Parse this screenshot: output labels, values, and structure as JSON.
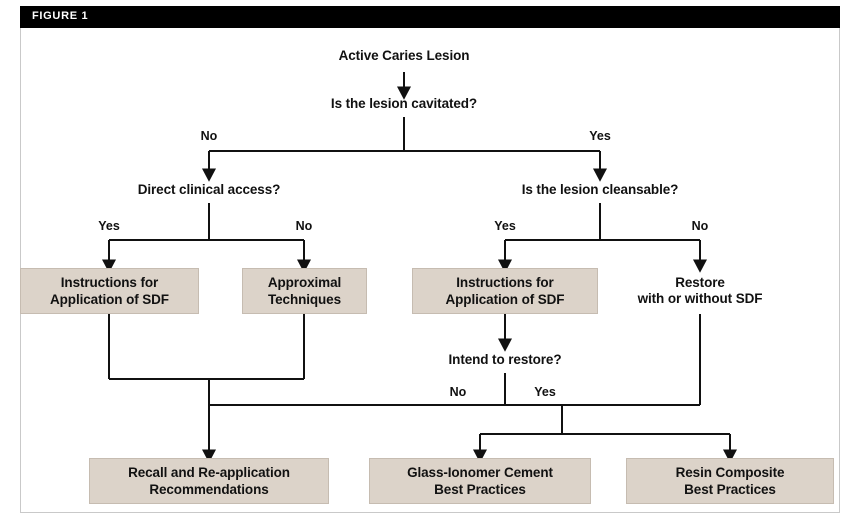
{
  "figure": {
    "header_label": "FIGURE 1",
    "colors": {
      "header_bar": "#000000",
      "header_text": "#ffffff",
      "box_fill": "#dcd3c9",
      "box_border": "#c6bcb1",
      "line": "#111111",
      "frame_border": "#c9c9c9",
      "background": "#ffffff"
    }
  },
  "nodes": {
    "root": {
      "label": "Active Caries Lesion"
    },
    "q_cavitated": {
      "label": "Is the lesion cavitated?"
    },
    "q_direct_access": {
      "label": "Direct clinical access?"
    },
    "q_cleansable": {
      "label": "Is the lesion cleansable?"
    },
    "box_sdf_left": {
      "label": "Instructions for\nApplication of SDF"
    },
    "box_approximal": {
      "label": "Approximal\nTechniques"
    },
    "box_sdf_right": {
      "label": "Instructions for\nApplication of SDF"
    },
    "text_restore": {
      "label": "Restore\nwith or without SDF"
    },
    "q_intend_restore": {
      "label": "Intend to restore?"
    },
    "box_recall": {
      "label": "Recall and Re-application\nRecommendations"
    },
    "box_gic": {
      "label": "Glass-Ionomer Cement\nBest Practices"
    },
    "box_resin": {
      "label": "Resin Composite\nBest Practices"
    }
  },
  "edge_labels": {
    "cavitated_no": "No",
    "cavitated_yes": "Yes",
    "access_yes": "Yes",
    "access_no": "No",
    "cleansable_yes": "Yes",
    "cleansable_no": "No",
    "intend_no": "No",
    "intend_yes": "Yes"
  },
  "chart_data": {
    "type": "diagram",
    "title": "FIGURE 1",
    "diagram_kind": "decision-flowchart",
    "nodes": [
      {
        "id": "root",
        "kind": "text",
        "text": "Active Caries Lesion"
      },
      {
        "id": "q_cavitated",
        "kind": "text",
        "text": "Is the lesion cavitated?"
      },
      {
        "id": "q_direct_access",
        "kind": "text",
        "text": "Direct clinical access?"
      },
      {
        "id": "q_cleansable",
        "kind": "text",
        "text": "Is the lesion cleansable?"
      },
      {
        "id": "box_sdf_left",
        "kind": "box",
        "text": "Instructions for Application of SDF"
      },
      {
        "id": "box_approximal",
        "kind": "box",
        "text": "Approximal Techniques"
      },
      {
        "id": "box_sdf_right",
        "kind": "box",
        "text": "Instructions for Application of SDF"
      },
      {
        "id": "text_restore",
        "kind": "text",
        "text": "Restore with or without SDF"
      },
      {
        "id": "q_intend_restore",
        "kind": "text",
        "text": "Intend to restore?"
      },
      {
        "id": "box_recall",
        "kind": "box",
        "text": "Recall and Re-application Recommendations"
      },
      {
        "id": "box_gic",
        "kind": "box",
        "text": "Glass-Ionomer Cement Best Practices"
      },
      {
        "id": "box_resin",
        "kind": "box",
        "text": "Resin Composite Best Practices"
      }
    ],
    "edges": [
      {
        "from": "root",
        "to": "q_cavitated",
        "label": ""
      },
      {
        "from": "q_cavitated",
        "to": "q_direct_access",
        "label": "No"
      },
      {
        "from": "q_cavitated",
        "to": "q_cleansable",
        "label": "Yes"
      },
      {
        "from": "q_direct_access",
        "to": "box_sdf_left",
        "label": "Yes"
      },
      {
        "from": "q_direct_access",
        "to": "box_approximal",
        "label": "No"
      },
      {
        "from": "q_cleansable",
        "to": "box_sdf_right",
        "label": "Yes"
      },
      {
        "from": "q_cleansable",
        "to": "text_restore",
        "label": "No"
      },
      {
        "from": "box_sdf_right",
        "to": "q_intend_restore",
        "label": ""
      },
      {
        "from": "box_sdf_left",
        "to": "box_recall",
        "label": ""
      },
      {
        "from": "box_approximal",
        "to": "box_recall",
        "label": ""
      },
      {
        "from": "q_intend_restore",
        "to": "box_recall",
        "label": "No"
      },
      {
        "from": "q_intend_restore",
        "to": "box_gic",
        "label": "Yes"
      },
      {
        "from": "q_intend_restore",
        "to": "box_resin",
        "label": "Yes"
      },
      {
        "from": "text_restore",
        "to": "box_gic",
        "label": ""
      },
      {
        "from": "text_restore",
        "to": "box_resin",
        "label": ""
      }
    ]
  }
}
